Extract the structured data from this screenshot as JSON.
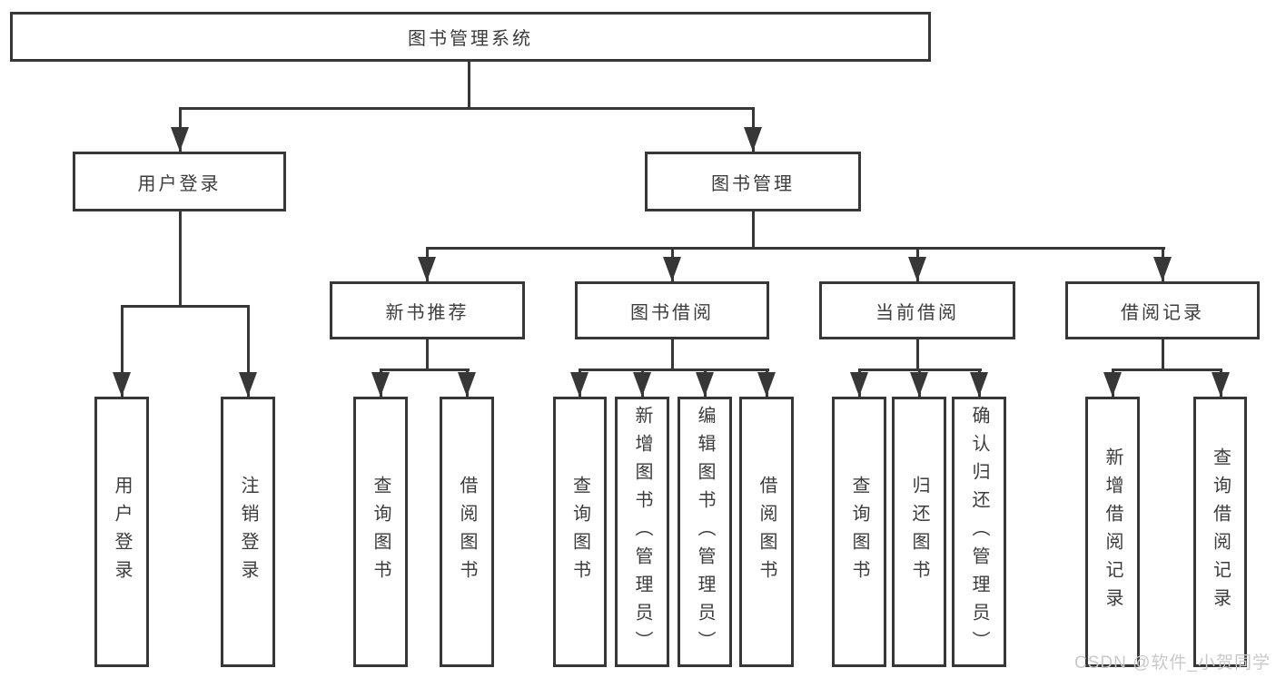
{
  "diagram": {
    "root": {
      "label": "图书管理系统"
    },
    "level2": [
      {
        "label": "用户登录"
      },
      {
        "label": "图书管理"
      }
    ],
    "level3": [
      {
        "label": "新书推荐"
      },
      {
        "label": "图书借阅"
      },
      {
        "label": "当前借阅"
      },
      {
        "label": "借阅记录"
      }
    ],
    "leaves": {
      "user_login": [
        "用户登录",
        "注销登录"
      ],
      "new_books": [
        "查询图书",
        "借阅图书"
      ],
      "book_borrowing": [
        "查询图书",
        "新增图书（管理员）",
        "编辑图书（管理员）",
        "借阅图书"
      ],
      "current_borrowing": [
        "查询图书",
        "归还图书",
        "确认归还（管理员）"
      ],
      "borrowing_records": [
        "新增借阅记录",
        "查询借阅记录"
      ]
    },
    "watermark": "CSDN @软件_小贺同学",
    "colors": {
      "line": "#373737",
      "text": "#3c3c3c",
      "box_background": "#ffffff",
      "watermark": "#c9c9c9"
    }
  }
}
